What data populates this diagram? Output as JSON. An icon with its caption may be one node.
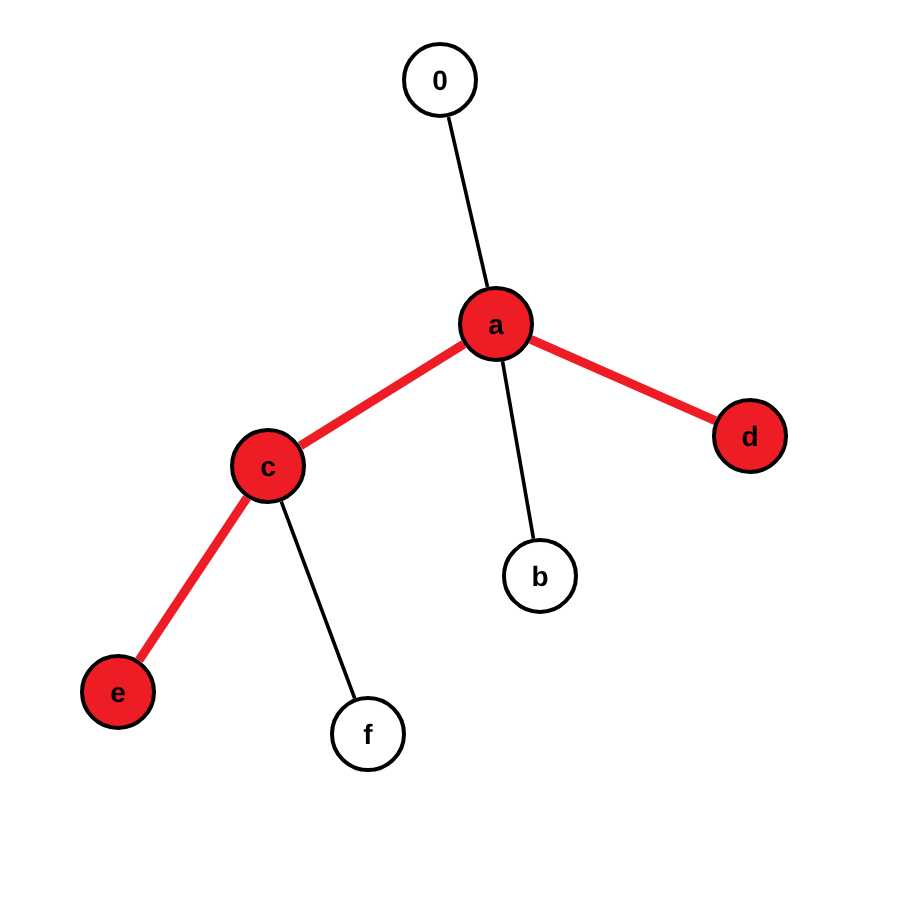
{
  "diagram": {
    "nodes": [
      {
        "text": [
          "0"
        ]
      },
      {
        "text": [
          "a"
        ]
      },
      {
        "text": [
          "c"
        ]
      },
      {
        "text": [
          "d"
        ]
      },
      {
        "text": [
          "b"
        ]
      },
      {
        "text": [
          "e"
        ]
      },
      {
        "text": [
          "f"
        ]
      }
    ],
    "edges": [
      {
        "from": 0,
        "to": 1,
        "arrow": "none"
      },
      {
        "from": 1,
        "to": 2,
        "arrow": "none",
        "style": "thick",
        "color": "#ee1c24"
      },
      {
        "from": 1,
        "to": 3,
        "arrow": "none",
        "style": "thick",
        "color": "#ee1c24"
      },
      {
        "from": 1,
        "to": 4,
        "arrow": "none"
      },
      {
        "from": 2,
        "to": 5,
        "arrow": "none",
        "style": "thick",
        "color": "#ee1c24"
      },
      {
        "from": 2,
        "to": 6,
        "arrow": "none"
      }
    ]
  }
}
